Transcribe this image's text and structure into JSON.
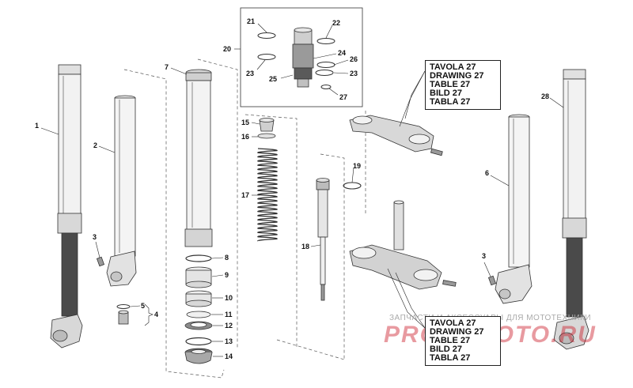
{
  "colors": {
    "part_fill": "#f2f2f2",
    "part_shade": "#d8d8d8",
    "dark_part": "#4a4a4a",
    "watermark_red": "#cc1f2c"
  },
  "callouts": {
    "c1": "1",
    "c2": "2",
    "c3a": "3",
    "c3b": "3",
    "c4": "4",
    "c5": "5",
    "c6": "6",
    "c7": "7",
    "c8": "8",
    "c9": "9",
    "c10": "10",
    "c11": "11",
    "c12": "12",
    "c13": "13",
    "c14": "14",
    "c15": "15",
    "c16": "16",
    "c17": "17",
    "c18": "18",
    "c19": "19",
    "c20": "20",
    "c21": "21",
    "c22": "22",
    "c23a": "23",
    "c23b": "23",
    "c24": "24",
    "c25": "25",
    "c26": "26",
    "c27a": "27",
    "c28": "28"
  },
  "table_upper": {
    "line1": "TAVOLA 27",
    "line2": "DRAWING 27",
    "line3": "TABLE 27",
    "line4": "BILD 27",
    "line5": "TABLA 27"
  },
  "table_lower": {
    "line1": "TAVOLA 27",
    "line2": "DRAWING 27",
    "line3": "TABLE 27",
    "line4": "BILD 27",
    "line5": "TABLA 27"
  },
  "watermark": {
    "top": "ЗАПЧАСТИ И АКСЕССУАРЫ ДЛЯ МОТОТЕХНИКИ",
    "main": "PROFI-MOTO.RU"
  }
}
